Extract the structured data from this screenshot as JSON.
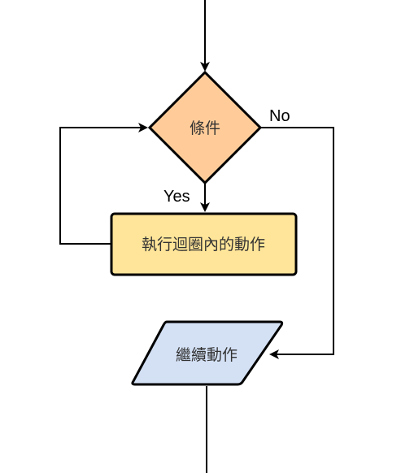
{
  "nodes": {
    "condition": {
      "label": "條件",
      "fill": "#ffcc99"
    },
    "loop_action": {
      "label": "執行迴圈內的動作",
      "fill": "#ffe599"
    },
    "continue_action": {
      "label": "繼續動作",
      "fill": "#d4e1f5"
    }
  },
  "edges": {
    "yes_label": "Yes",
    "no_label": "No"
  },
  "colors": {
    "stroke": "#000000",
    "text": "#333333",
    "background": "#ffffff"
  }
}
